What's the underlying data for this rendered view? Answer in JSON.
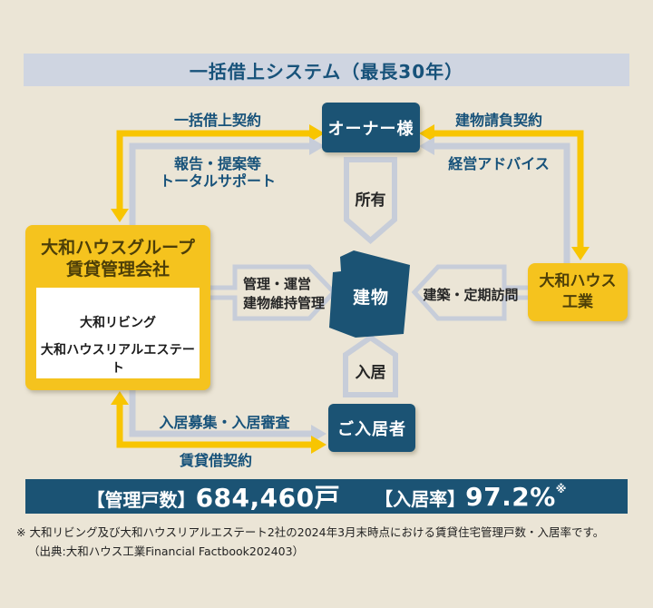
{
  "title": "一括借上システム（最長30年）",
  "nodes": {
    "owner": {
      "label": "オーナー様"
    },
    "building": {
      "label": "建物"
    },
    "tenant": {
      "label": "ご入居者"
    },
    "management": {
      "line1": "大和ハウスグループ",
      "line2": "賃貸管理会社",
      "companies": [
        "大和リビング",
        "大和ハウスリアルエステート"
      ]
    },
    "construction": {
      "line1": "大和ハウス",
      "line2": "工業"
    }
  },
  "relations": {
    "bulk_lease_contract": "一括借上契約",
    "report_support_line1": "報告・提案等",
    "report_support_line2": "トータルサポート",
    "building_contract": "建物請負契約",
    "management_advice": "経営アドバイス",
    "ownership": "所有",
    "management_line1": "管理・運営",
    "management_line2": "建物維持管理",
    "construction_visits": "建築・定期訪問",
    "move_in": "入居",
    "tenant_recruiting": "入居募集・入居審査",
    "lease_contract": "賃貸借契約"
  },
  "stats": {
    "managed_units_label": "【管理戸数】",
    "managed_units_value": "684,460戸",
    "occupancy_label": "【入居率】",
    "occupancy_value": "97.2%",
    "occupancy_note_mark": "※"
  },
  "footnote": {
    "line1": "※ 大和リビング及び大和ハウスリアルエステート2社の2024年3月末時点における賃貸住宅管理戸数・入居率です。",
    "line2": "（出典:大和ハウス工業Financial Factbook202403）"
  },
  "colors": {
    "background": "#ebe5d6",
    "panel_blue": "#1b5374",
    "accent_yellow": "#f5c31e",
    "arrow_yellow": "#f8c501",
    "arrow_gray": "#c7cdd9",
    "banner_gray": "#cfd5e1",
    "label_blue": "#17527a"
  }
}
